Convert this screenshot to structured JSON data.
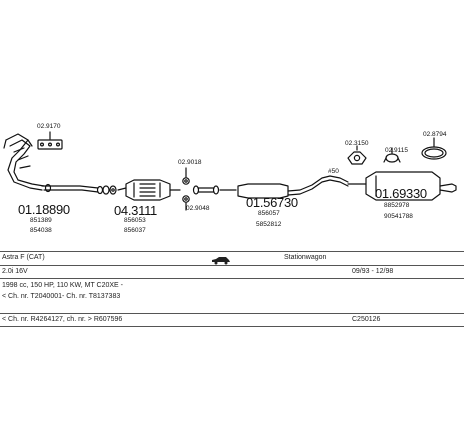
{
  "parts": {
    "p029170": "02.9170",
    "p01_18890": "01.18890",
    "p01_18890_ref1": "851389",
    "p01_18890_ref2": "854038",
    "p04_3111": "04.3111",
    "p04_3111_ref1": "856053",
    "p04_3111_ref2": "856037",
    "p029018": "02.9018",
    "p029048": "02.9048",
    "p01_56730": "01.56730",
    "p01_56730_ref1": "856057",
    "p01_56730_ref2": "5852812",
    "p_50": "#50",
    "p023150": "02.3150",
    "p02_9115": "02.9115",
    "p028794": "02.8794",
    "p01_69330": "01.69330",
    "p01_69330_ref1": "8852978",
    "p01_69330_ref2": "90541788"
  },
  "info": {
    "model": "Astra F (CAT)",
    "body_type": "Stationwagon",
    "engine": "2.0i 16V",
    "years": "09/93 - 12/98",
    "spec": "1998 cc, 150 HP, 110 KW, MT C20XE -",
    "chassis_range": "< Ch. nr. T2040001- Ch. nr. T8137383",
    "chassis_range2": "< Ch. nr. R4264127, ch. nr. > R607596",
    "code": "C250126"
  }
}
